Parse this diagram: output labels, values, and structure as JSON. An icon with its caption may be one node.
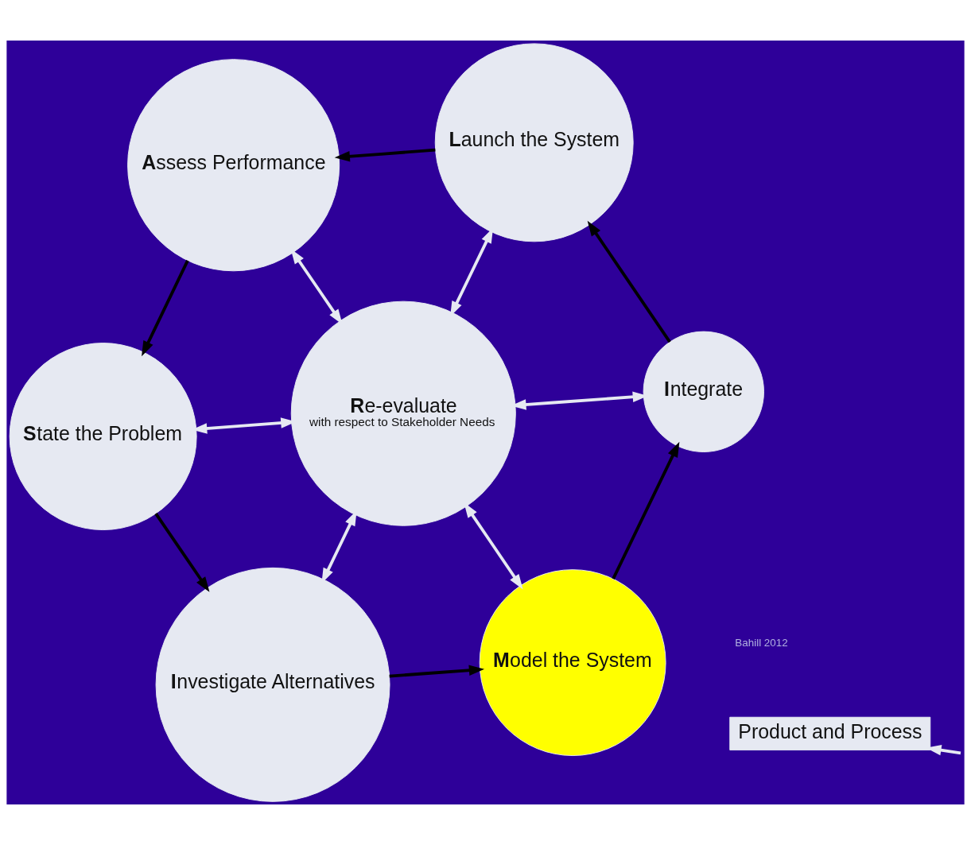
{
  "diagram": {
    "nodes": [
      {
        "text": [
          "**S**tate the Problem"
        ]
      },
      {
        "text": [
          "**I**nvestigate Alternatives"
        ]
      },
      {
        "text": [
          "**M**odel the System"
        ]
      },
      {
        "text": [
          "**I**ntegrate"
        ]
      },
      {
        "text": [
          "**L**aunch the System"
        ]
      },
      {
        "text": [
          "**A**ssess Performance"
        ]
      },
      {
        "text": [
          "**R**e-evaluate",
          "with respect to Stakeholder Needs"
        ]
      },
      {
        "text": [
          "Product and Process"
        ]
      }
    ],
    "edges": [
      {
        "from": 0,
        "to": 1,
        "arrow": "to",
        "color": "#000000"
      },
      {
        "from": 1,
        "to": 2,
        "arrow": "to",
        "color": "#000000"
      },
      {
        "from": 2,
        "to": 3,
        "arrow": "to",
        "color": "#000000"
      },
      {
        "from": 3,
        "to": 4,
        "arrow": "to",
        "color": "#000000"
      },
      {
        "from": 4,
        "to": 5,
        "arrow": "to",
        "color": "#000000"
      },
      {
        "from": 5,
        "to": 0,
        "arrow": "to",
        "color": "#000000"
      },
      {
        "from": 6,
        "to": 0,
        "arrow": "both"
      },
      {
        "from": 6,
        "to": 1,
        "arrow": "both"
      },
      {
        "from": 6,
        "to": 2,
        "arrow": "both"
      },
      {
        "from": 6,
        "to": 3,
        "arrow": "both"
      },
      {
        "from": 6,
        "to": 4,
        "arrow": "both"
      },
      {
        "from": 6,
        "to": 5,
        "arrow": "both"
      },
      {
        "from": null,
        "to": 7,
        "arrow": "to"
      }
    ],
    "labels": [
      "Bahill 2012"
    ]
  }
}
